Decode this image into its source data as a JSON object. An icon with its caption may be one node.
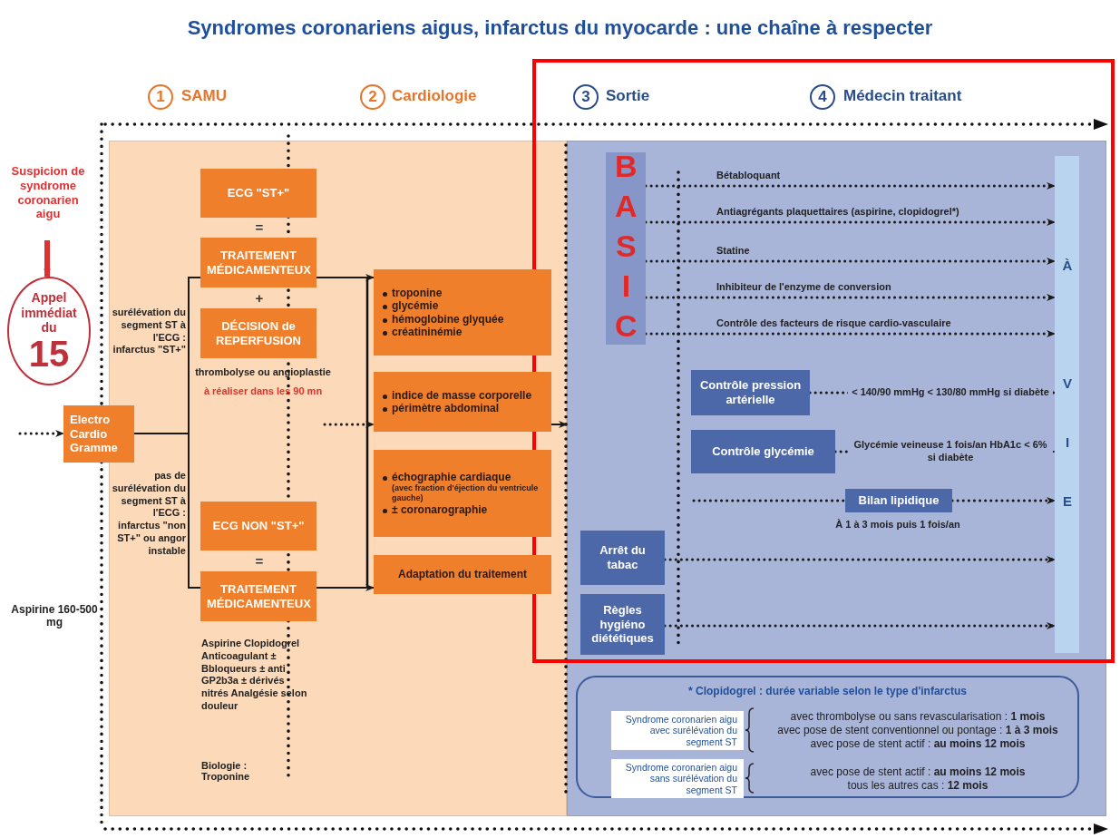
{
  "diagram": {
    "title": "Syndromes coronariens aigus, infarctus du myocarde : une chaîne à respecter",
    "nodes": [
      {
        "text": [
          "Suspicion de syndrome coronarien aigu"
        ]
      },
      {
        "text": [
          "Appel immédiat du",
          "15"
        ]
      },
      {
        "text": [
          "Electro Cardio Gramme"
        ]
      },
      {
        "text": [],
        "shape": "box"
      },
      {
        "text": [
          "ECG \"ST+\""
        ],
        "in": 3
      },
      {
        "text": [
          "TRAITEMENT MÉDICAMENTEUX"
        ],
        "in": 3
      },
      {
        "text": [
          "DÉCISION de REPERFUSION"
        ],
        "in": 3,
        "beside": [
          "thrombolyse ou angioplastie",
          "à réaliser dans les 90 mn"
        ]
      },
      {
        "text": [
          "ECG NON \"ST+\""
        ],
        "in": 3
      },
      {
        "text": [
          "TRAITEMENT MÉDICAMENTEUX"
        ],
        "in": 3,
        "beside": [
          "Aspirine Clopidogrel Anticoagulant ± Bbloqueurs ± anti GP2b3a ± dérivés nitrés Analgésie selon douleur"
        ]
      },
      {
        "text": [
          "troponine",
          "glycémie",
          "hémoglobine glyquée",
          "créatininémie"
        ],
        "in": 3
      },
      {
        "text": [
          "indice de masse corporelle",
          "périmètre abdominal"
        ],
        "in": 3
      },
      {
        "text": [
          "échographie cardiaque",
          "(avec fraction d'éjection du ventricule gauche)",
          "± coronarographie"
        ],
        "in": 3
      },
      {
        "text": [
          "Adaptation du traitement"
        ],
        "in": 3
      },
      {
        "text": [],
        "shape": "box"
      },
      {
        "text": [
          "BASIC"
        ],
        "in": 13
      },
      {
        "text": [
          "À VIE"
        ],
        "in": 13
      },
      {
        "text": [
          "Contrôle pression artérielle"
        ],
        "in": 13
      },
      {
        "text": [
          "Contrôle glycémie"
        ],
        "in": 13
      },
      {
        "text": [
          "Bilan lipidique"
        ],
        "in": 13,
        "beside": [
          "À 1 à 3 mois puis 1 fois/an"
        ]
      },
      {
        "text": [
          "Arrêt du tabac"
        ],
        "in": 13
      },
      {
        "text": [
          "Règles hygiéno diététiques"
        ],
        "in": 13
      },
      {
        "text": [
          "* Clopidogrel : durée variable selon le type d'infarctus"
        ],
        "in": 13
      },
      {
        "text": [
          "Syndrome coronarien aigu avec surélévation du segment ST"
        ],
        "in": 21,
        "beside": [
          "avec thrombolyse ou sans revascularisation : **1 mois**",
          "avec pose de stent conventionnel ou pontage : **1 à 3 mois**",
          "avec pose de stent actif : **au moins 12 mois**"
        ]
      },
      {
        "text": [
          "Syndrome coronarien aigu sans surélévation du segment ST"
        ],
        "in": 21,
        "beside": [
          "avec pose de stent actif : **au moins 12 mois**",
          "tous les autres cas : **12 mois**"
        ]
      }
    ],
    "edges": [
      {
        "from": 0,
        "to": 1,
        "arrow": "to",
        "style": "thick",
        "color": "#e03030"
      },
      {
        "from": null,
        "to": 2,
        "arrow": "to",
        "style": "dashed"
      },
      {
        "from": 2,
        "to": 5,
        "arrow": "none",
        "label": "surélévation du segment ST à l'ECG : infarctus \"ST+\""
      },
      {
        "from": 2,
        "to": 8,
        "arrow": "none",
        "label": "pas de surélévation du segment ST à l'ECG : infarctus \"non ST+\" ou angor instable"
      },
      {
        "from": 5,
        "to": 9,
        "arrow": "to"
      },
      {
        "from": 8,
        "to": 12,
        "arrow": "to"
      },
      {
        "from": null,
        "to": 10,
        "arrow": "to",
        "style": "dashed"
      },
      {
        "from": 10,
        "to": 13,
        "arrow": "to"
      },
      {
        "from": 14,
        "to": 15,
        "arrow": "to",
        "style": "dashed",
        "label": "Bétabloquant"
      },
      {
        "from": 14,
        "to": 15,
        "arrow": "to",
        "style": "dashed",
        "label": "Antiagrégants plaquettaires (aspirine, clopidogrel*)"
      },
      {
        "from": 14,
        "to": 15,
        "arrow": "to",
        "style": "dashed",
        "label": "Statine"
      },
      {
        "from": 14,
        "to": 15,
        "arrow": "to",
        "style": "dashed",
        "label": "Inhibiteur de l'enzyme de conversion"
      },
      {
        "from": 14,
        "to": 15,
        "arrow": "to",
        "style": "dashed",
        "label": "Contrôle des facteurs de risque cardio-vasculaire"
      },
      {
        "from": 16,
        "to": 15,
        "arrow": "to",
        "style": "dashed",
        "label": "< 140/90 mmHg < 130/80 mmHg si diabète"
      },
      {
        "from": 17,
        "to": 15,
        "arrow": "to",
        "style": "dashed",
        "label": "Glycémie veineuse 1 fois/an HbA1c < 6% si diabète"
      },
      {
        "from": null,
        "to": 18,
        "arrow": "none",
        "style": "dashed"
      },
      {
        "from": 18,
        "to": 15,
        "arrow": "to",
        "style": "dashed"
      },
      {
        "from": 19,
        "to": 15,
        "arrow": "to",
        "style": "dashed"
      },
      {
        "from": 20,
        "to": 15,
        "arrow": "to",
        "style": "dashed"
      }
    ],
    "labels": [
      "1",
      "SAMU",
      "2",
      "Cardiologie",
      "3",
      "Sortie",
      "4",
      "Médecin traitant",
      "=",
      "+",
      "=",
      "Aspirine 160-500 mg",
      "Biologie : Troponine"
    ]
  }
}
